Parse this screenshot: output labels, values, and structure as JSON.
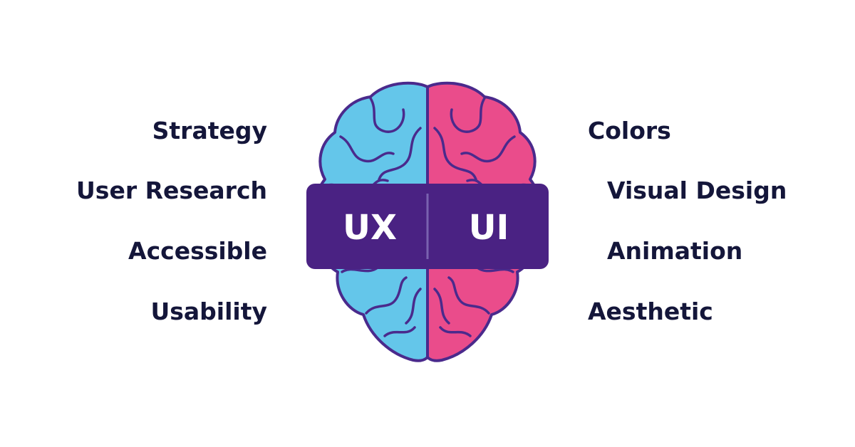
{
  "ux_terms": [
    "Strategy",
    "User Research",
    "Accessible",
    "Usability"
  ],
  "ui_terms": [
    "Colors",
    "Visual Design",
    "Animation",
    "Aesthetic"
  ],
  "badge": {
    "left": "UX",
    "right": "UI"
  },
  "colors": {
    "ux_hemisphere": "#64c6ea",
    "ui_hemisphere": "#ea4c8b",
    "outline": "#4a2a8c",
    "badge": "#4a2283",
    "text": "#14163a"
  }
}
